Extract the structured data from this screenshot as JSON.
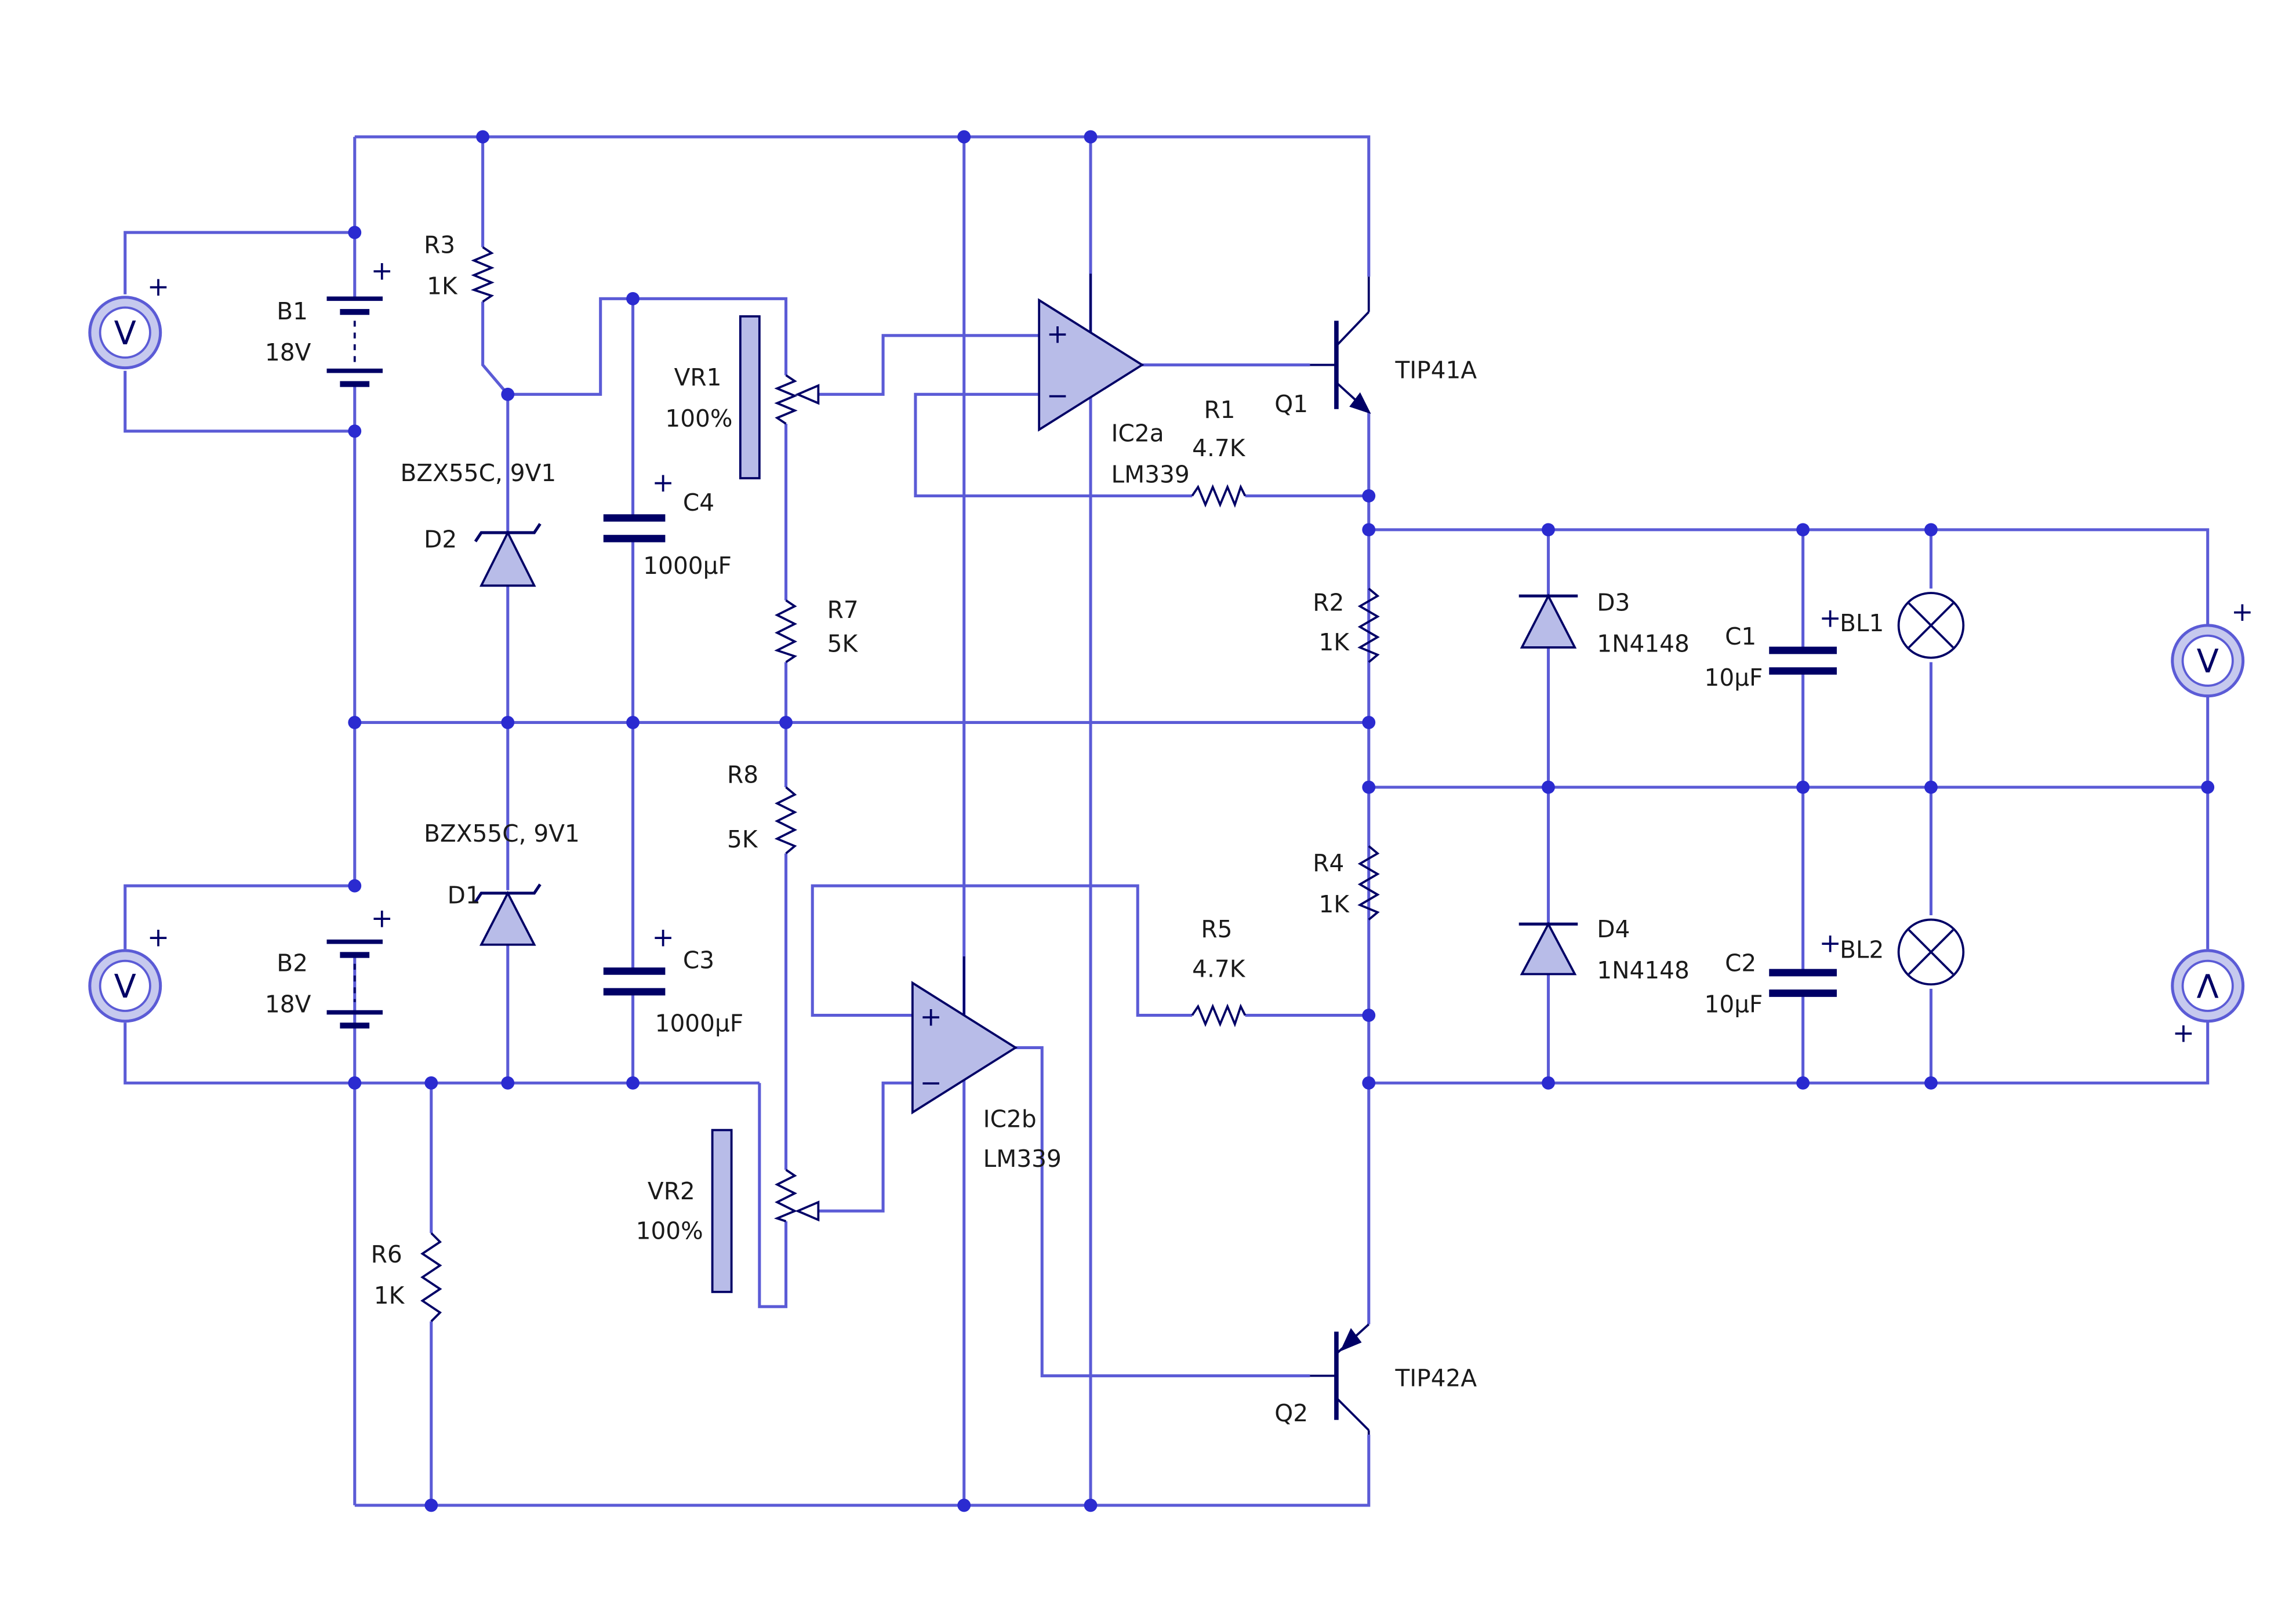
{
  "colors": {
    "wire": "#5b5bd6",
    "node": "#2b2bd0",
    "symbol": "#000066",
    "fill": "#b8bce8",
    "background": "#ffffff",
    "text": "#1a1a1a"
  },
  "icons": {
    "voltmeter": "voltmeter-icon",
    "battery": "battery-icon",
    "resistor": "resistor-icon",
    "capacitor": "capacitor-icon",
    "zener": "zener-diode-icon",
    "diode": "diode-icon",
    "potentiometer": "potentiometer-icon",
    "comparator": "comparator-icon",
    "transistor": "transistor-icon",
    "lamp": "lamp-icon"
  },
  "components": {
    "b1": {
      "ref": "B1",
      "value": "18V"
    },
    "b2": {
      "ref": "B2",
      "value": "18V"
    },
    "r1": {
      "ref": "R1",
      "value": "4.7K"
    },
    "r2": {
      "ref": "R2",
      "value": "1K"
    },
    "r3": {
      "ref": "R3",
      "value": "1K"
    },
    "r4": {
      "ref": "R4",
      "value": "1K"
    },
    "r5": {
      "ref": "R5",
      "value": "4.7K"
    },
    "r6": {
      "ref": "R6",
      "value": "1K"
    },
    "r7": {
      "ref": "R7",
      "value": "5K"
    },
    "r8": {
      "ref": "R8",
      "value": "5K"
    },
    "vr1": {
      "ref": "VR1",
      "value": "100%"
    },
    "vr2": {
      "ref": "VR2",
      "value": "100%"
    },
    "c1": {
      "ref": "C1",
      "value": "10µF"
    },
    "c2": {
      "ref": "C2",
      "value": "10µF"
    },
    "c3": {
      "ref": "C3",
      "value": "1000µF"
    },
    "c4": {
      "ref": "C4",
      "value": "1000µF"
    },
    "d1": {
      "ref": "D1",
      "value": "BZX55C, 9V1"
    },
    "d2": {
      "ref": "D2",
      "value": "BZX55C, 9V1"
    },
    "d3": {
      "ref": "D3",
      "value": "1N4148"
    },
    "d4": {
      "ref": "D4",
      "value": "1N4148"
    },
    "ic2a": {
      "ref": "IC2a",
      "value": "LM339"
    },
    "ic2b": {
      "ref": "IC2b",
      "value": "LM339"
    },
    "q1": {
      "ref": "Q1",
      "value": "TIP41A"
    },
    "q2": {
      "ref": "Q2",
      "value": "TIP42A"
    },
    "bl1": {
      "ref": "BL1"
    },
    "bl2": {
      "ref": "BL2"
    }
  },
  "meters": {
    "meter1": {
      "letter": "V"
    },
    "meter2": {
      "letter": "V"
    },
    "meter3": {
      "letter": "V"
    },
    "meter4": {
      "letter": "V"
    }
  },
  "polarity": {
    "plus": "+",
    "minus": "−"
  }
}
